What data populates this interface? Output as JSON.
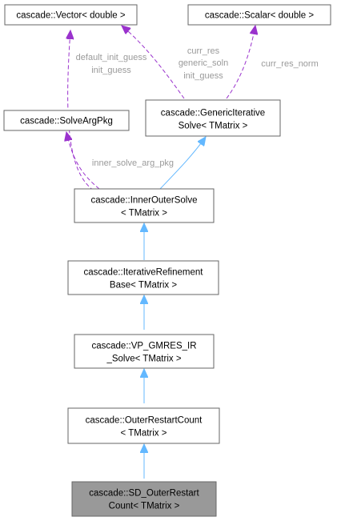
{
  "nodes": {
    "vector": {
      "line1": "cascade::Vector< double >",
      "line2": ""
    },
    "scalar": {
      "line1": "cascade::Scalar< double >",
      "line2": ""
    },
    "solve_arg_pkg": {
      "line1": "cascade::SolveArgPkg",
      "line2": ""
    },
    "generic_iterative": {
      "line1": "cascade::GenericIterative",
      "line2": "Solve< TMatrix >"
    },
    "inner_outer": {
      "line1": "cascade::InnerOuterSolve",
      "line2": "< TMatrix >"
    },
    "iter_refinement": {
      "line1": "cascade::IterativeRefinement",
      "line2": "Base< TMatrix >"
    },
    "vp_gmres": {
      "line1": "cascade::VP_GMRES_IR",
      "line2": "_Solve< TMatrix >"
    },
    "outer_restart": {
      "line1": "cascade::OuterRestartCount",
      "line2": "< TMatrix >"
    },
    "sd_outer_restart": {
      "line1": "cascade::SD_OuterRestart",
      "line2": "Count< TMatrix >"
    }
  },
  "edge_labels": {
    "vector_to_solvearg": [
      "default_init_guess",
      "init_guess"
    ],
    "vector_to_generic": [
      "curr_res",
      "generic_soln",
      "init_guess"
    ],
    "scalar_to_generic": [
      "curr_res_norm"
    ],
    "solvearg_to_innerouter": [
      "inner_solve_arg_pkg"
    ]
  },
  "colors": {
    "inheritance_arrow": "#63b8ff",
    "usage_arrow": "#9a32cd",
    "edge_label": "#9a9a9a",
    "focus_node_fill": "#999999",
    "node_border": "#666666"
  }
}
